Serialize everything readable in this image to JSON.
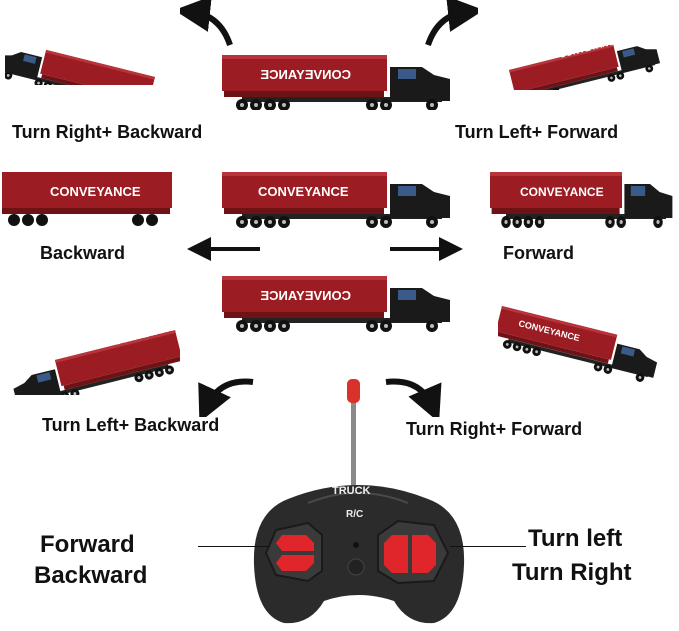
{
  "brand_text": "CONVEYANCE",
  "directions": {
    "turn_right_backward": "Turn Right+ Backward",
    "turn_left_forward": "Turn Left+ Forward",
    "backward": "Backward",
    "forward": "Forward",
    "turn_left_backward": "Turn Left+ Backward",
    "turn_right_forward": "Turn Right+ Forward"
  },
  "remote": {
    "label_top": "TRUCK",
    "label_bottom": "R/C",
    "left_stick_line1": "Forward",
    "left_stick_line2": "Backward",
    "right_stick_line1": "Turn left",
    "right_stick_line2": "Turn Right"
  },
  "colors": {
    "trailer_red": "#9b1c22",
    "cab_black": "#1a1a1a",
    "button_red": "#e0262b",
    "remote_body": "#2b2b2b",
    "antenna_tip": "#d8322a"
  }
}
